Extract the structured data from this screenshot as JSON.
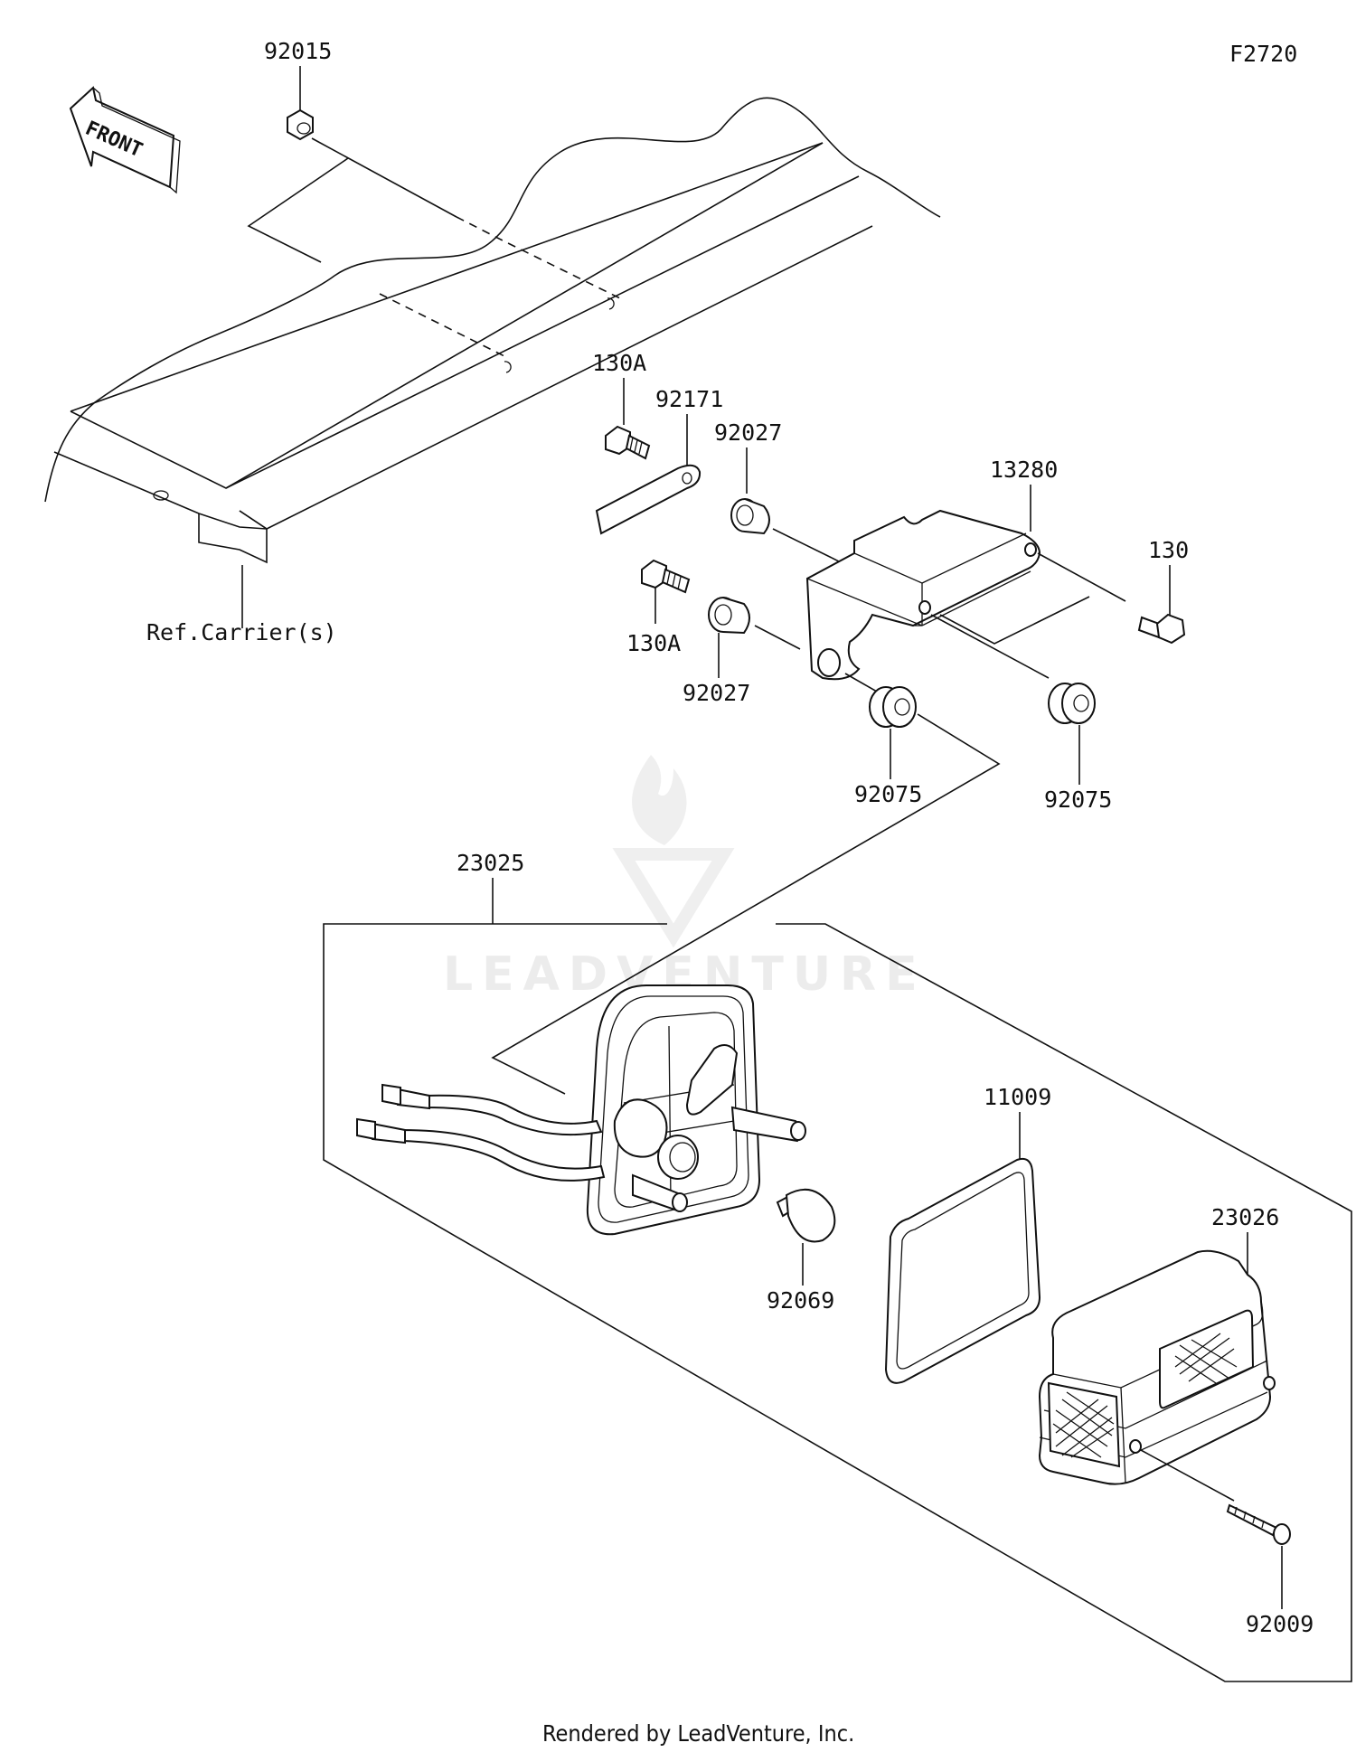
{
  "diagram_code": "F2720",
  "front_arrow_label": "FRONT",
  "ref_label": "Ref.Carrier(s)",
  "watermark_text": "LEADVENTURE",
  "footer_text": "Rendered by LeadVenture, Inc.",
  "parts": {
    "p92015": "92015",
    "p130A_top": "130A",
    "p92171": "92171",
    "p92027_top": "92027",
    "p13280": "13280",
    "p130": "130",
    "p130A_bottom": "130A",
    "p92027_bottom": "92027",
    "p92075_left": "92075",
    "p92075_right": "92075",
    "p23025": "23025",
    "p11009": "11009",
    "p23026": "23026",
    "p92069": "92069",
    "p92009": "92009"
  }
}
